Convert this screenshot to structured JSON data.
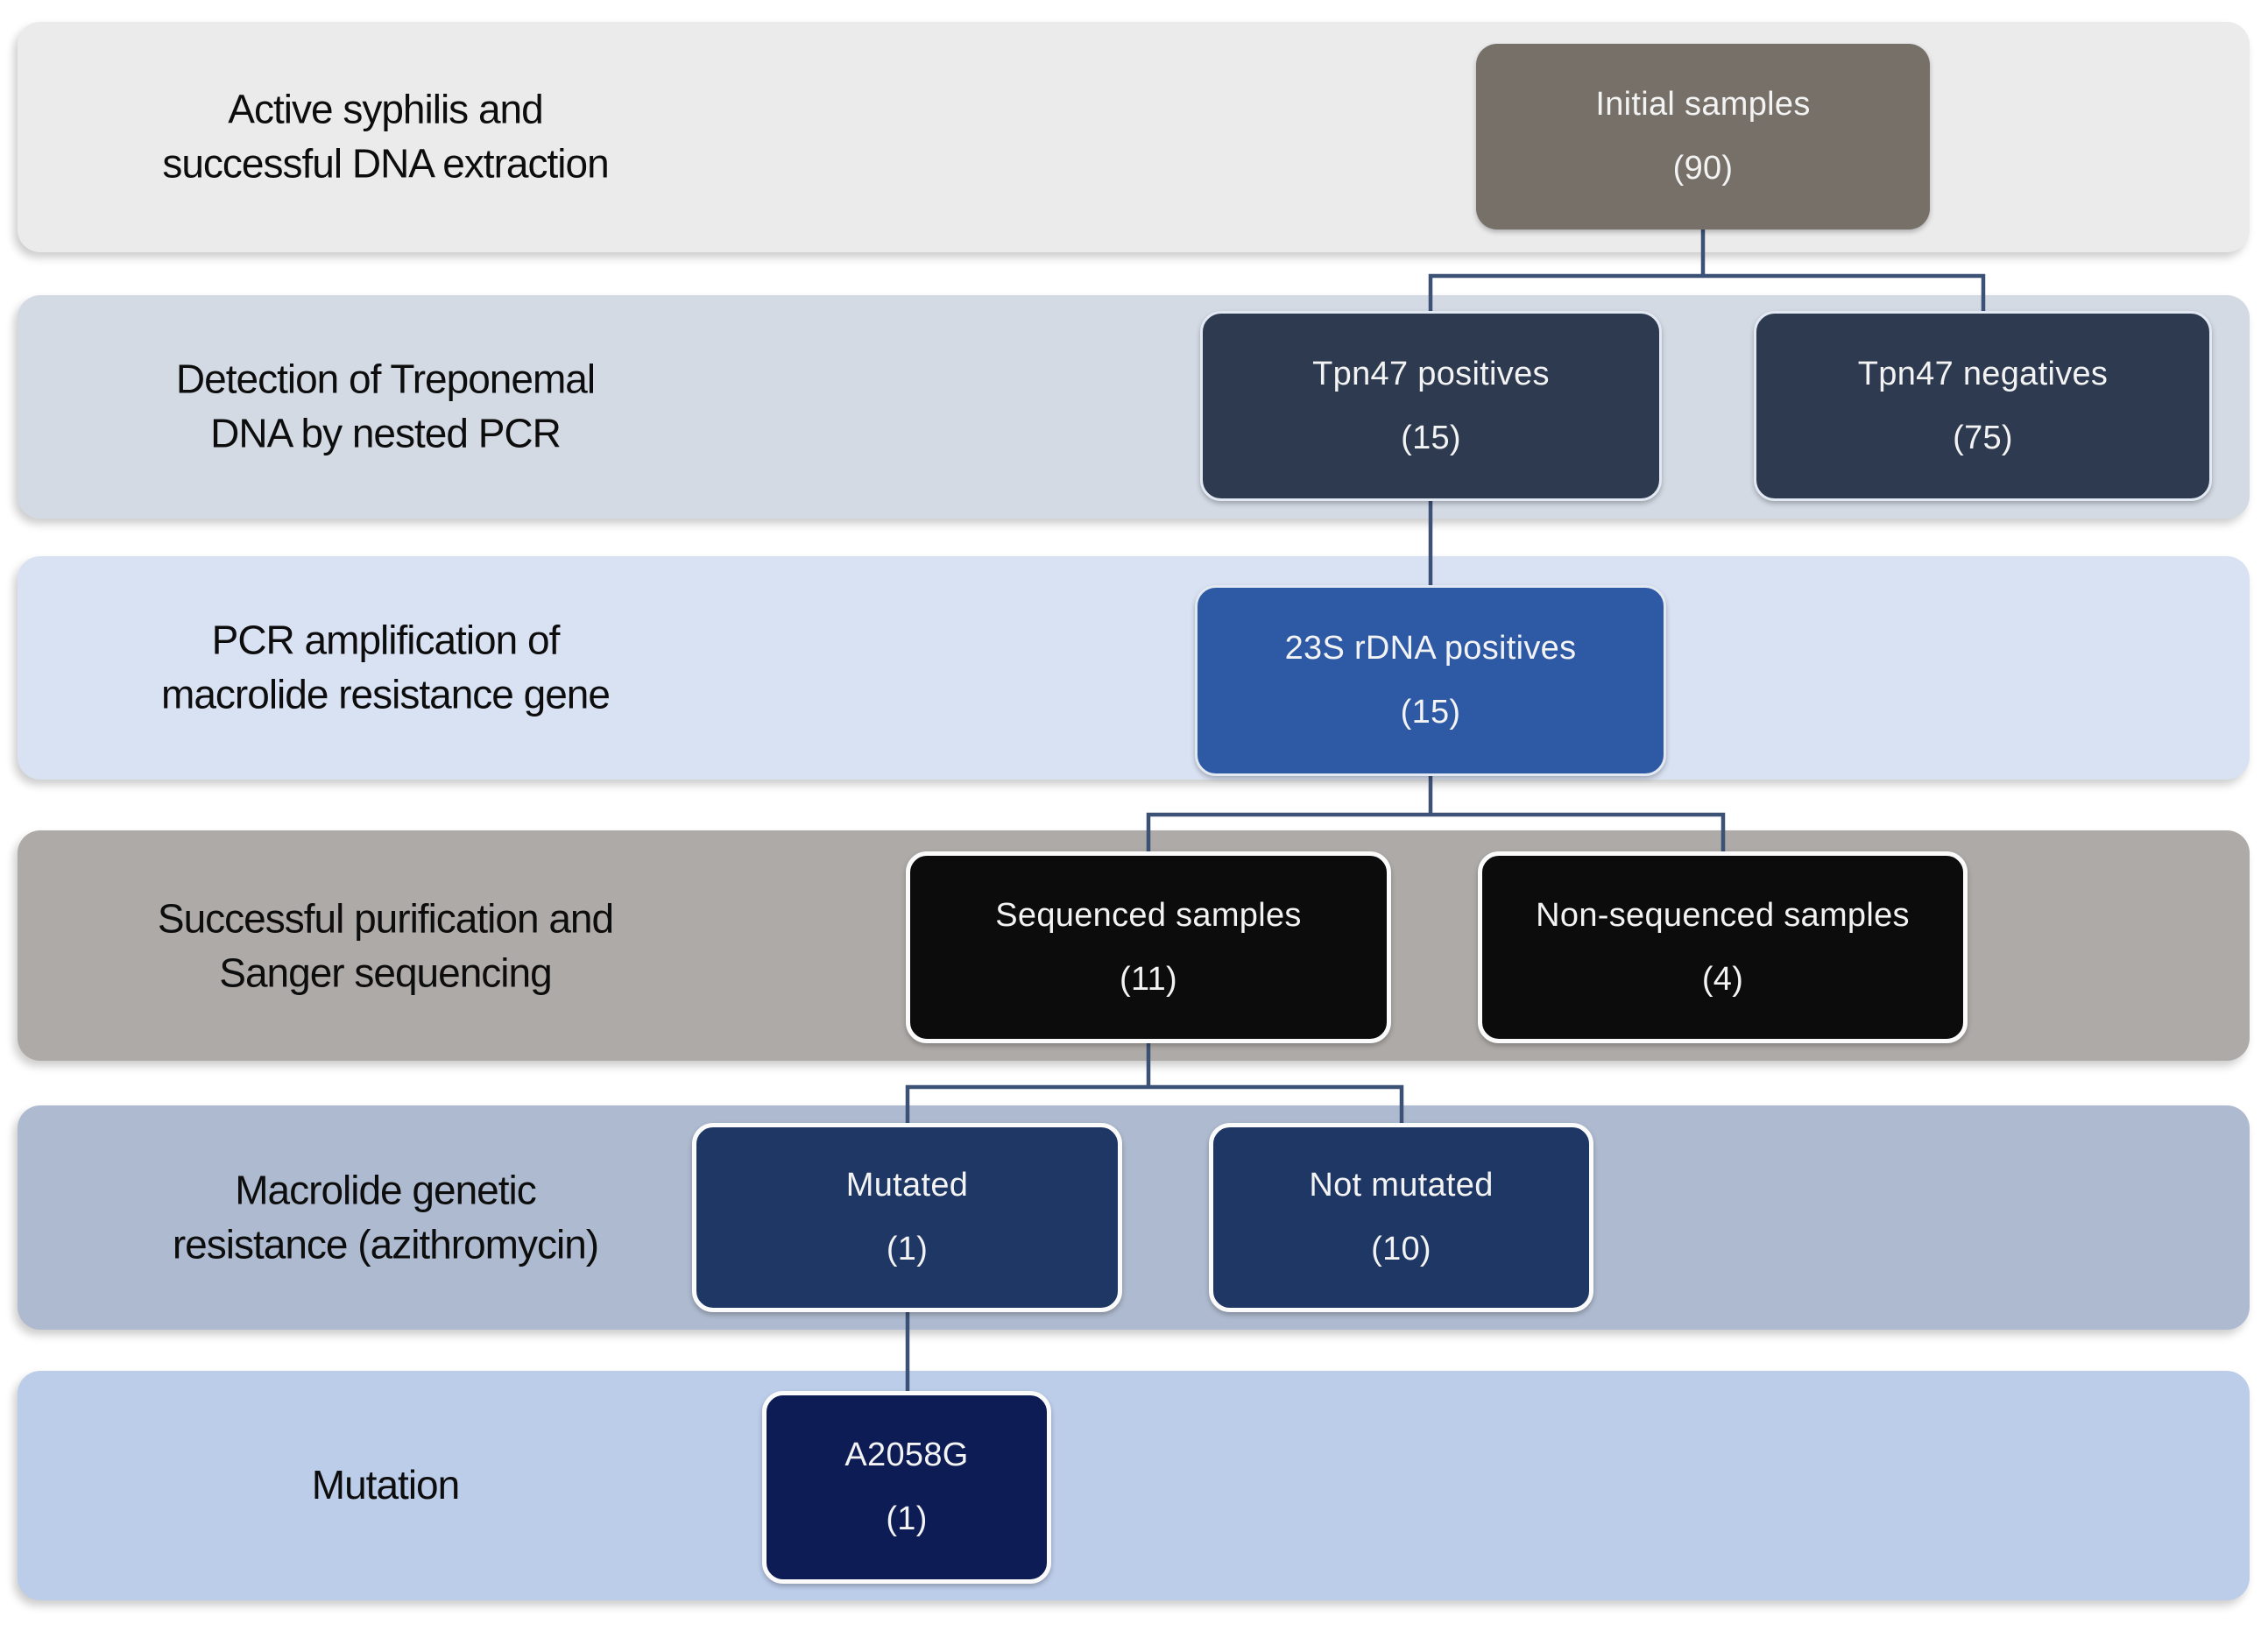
{
  "diagram": {
    "connector_color": "#3b5176",
    "rows": [
      {
        "label_line1": "Active syphilis and",
        "label_line2": "successful DNA extraction",
        "band_color": "#ebebeb",
        "boxes": [
          {
            "title": "Initial samples",
            "count": "(90)",
            "color": "#767069"
          }
        ]
      },
      {
        "label_line1": "Detection of Treponemal",
        "label_line2": "DNA by nested PCR",
        "band_color": "#d3dae4",
        "boxes": [
          {
            "title": "Tpn47 positives",
            "count": "(15)",
            "color": "#2d3a50"
          },
          {
            "title": "Tpn47 negatives",
            "count": "(75)",
            "color": "#2d3a50"
          }
        ]
      },
      {
        "label_line1": "PCR amplification of",
        "label_line2": "macrolide resistance gene",
        "band_color": "#d9e2f3",
        "boxes": [
          {
            "title": "23S rDNA positives",
            "count": "(15)",
            "color": "#2e59a5"
          }
        ]
      },
      {
        "label_line1": "Successful purification and",
        "label_line2": "Sanger sequencing",
        "band_color": "#aeaaa7",
        "boxes": [
          {
            "title": "Sequenced samples",
            "count": "(11)",
            "color": "#0c0c0c"
          },
          {
            "title": "Non-sequenced samples",
            "count": "(4)",
            "color": "#0c0c0c"
          }
        ]
      },
      {
        "label_line1": "Macrolide genetic",
        "label_line2": "resistance (azithromycin)",
        "band_color": "#aebacf",
        "boxes": [
          {
            "title": "Mutated",
            "count": "(1)",
            "color": "#1e3765"
          },
          {
            "title": "Not mutated",
            "count": "(10)",
            "color": "#1e3765"
          }
        ]
      },
      {
        "label_line1": "Mutation",
        "label_line2": "",
        "band_color": "#bccdea",
        "boxes": [
          {
            "title": "A2058G",
            "count": "(1)",
            "color": "#0e1c55"
          }
        ]
      }
    ]
  }
}
